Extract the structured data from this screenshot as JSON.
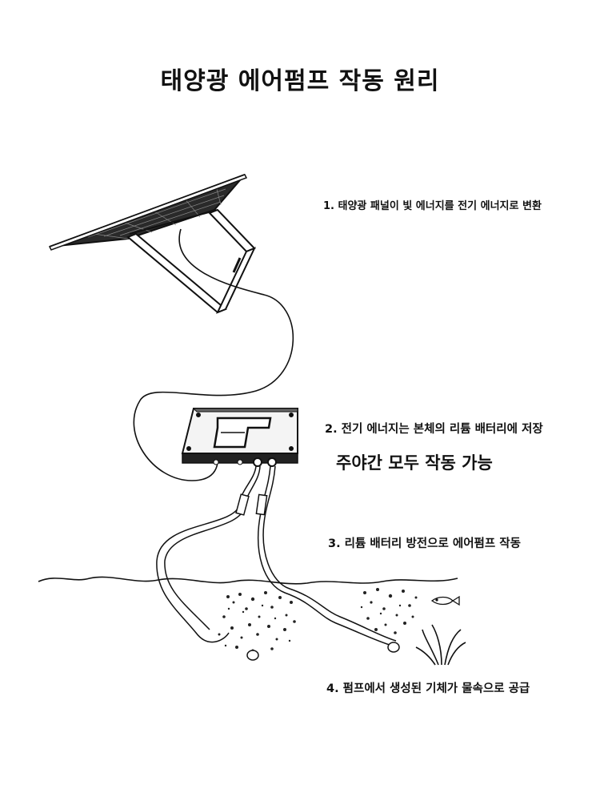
{
  "title": "태양광 에어펌프 작동 원리",
  "steps": [
    "1. 태양광 패널이 빛 에너지를 전기 에너지로 변환",
    "2. 전기 에너지는 본체의 리튬 배터리에 저장",
    "3. 리튬 배터리 방전으로 에어펌프 작동",
    "4. 펌프에서 생성된 기체가 물속으로 공급"
  ],
  "note": "주야간 모두 작동 가능"
}
